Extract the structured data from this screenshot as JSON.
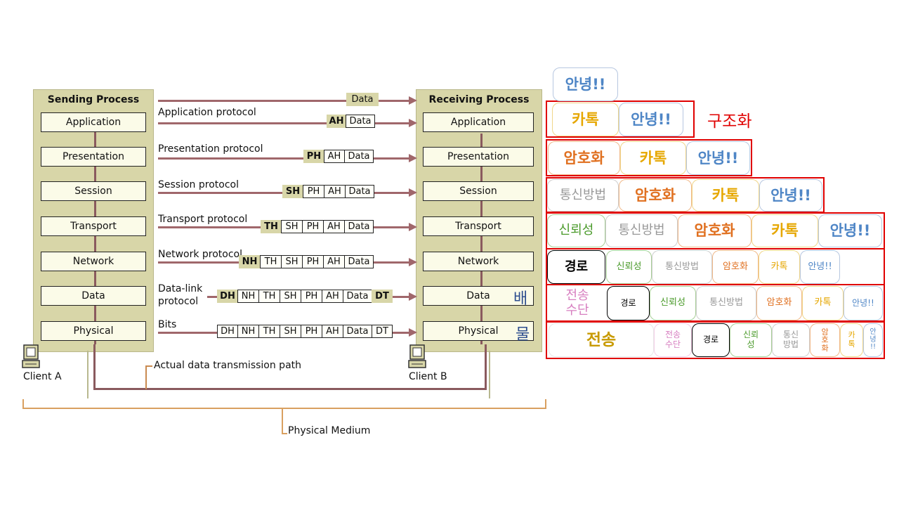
{
  "diagram": {
    "sending_title": "Sending Process",
    "receiving_title": "Receiving Process",
    "layers": [
      "Application",
      "Presentation",
      "Session",
      "Transport",
      "Network",
      "Data",
      "Physical"
    ],
    "top_data_label": "Data",
    "protocols": {
      "application": "Application protocol",
      "presentation": "Presentation protocol",
      "session": "Session protocol",
      "transport": "Transport protocol",
      "network": "Network protocol",
      "datalink_1": "Data-link",
      "datalink_2": "protocol",
      "bits": "Bits"
    },
    "headers": {
      "AH": "AH",
      "PH": "PH",
      "SH": "SH",
      "TH": "TH",
      "NH": "NH",
      "DH": "DH",
      "DT": "DT",
      "Data": "Data"
    },
    "client_a": "Client A",
    "client_b": "Client B",
    "path_label": "Actual data transmission path",
    "medium_label": "Physical Medium",
    "side_bae": "배",
    "side_mul": "물"
  },
  "stack": {
    "hello": "안녕!!",
    "katalk": "카톡",
    "encrypt": "암호화",
    "comm": "통신방법",
    "reliable": "신뢰성",
    "route": "경로",
    "media_1": "전송",
    "media_2": "수단",
    "transmit": "전송",
    "structuring": "구조화",
    "v_reliable_1": "신뢰",
    "v_reliable_2": "성",
    "v_comm_1": "통신",
    "v_comm_2": "방법",
    "v_encrypt_1": "암",
    "v_encrypt_2": "호",
    "v_encrypt_3": "화",
    "v_katalk_1": "카",
    "v_katalk_2": "톡",
    "v_hello_1": "안",
    "v_hello_2": "녕",
    "v_hello_3": "!!"
  },
  "colors": {
    "hello": "#4f86c6",
    "katalk": "#e6a700",
    "encrypt": "#e07020",
    "comm": "#999999",
    "reliable": "#4a9a2a",
    "route": "#000000",
    "media": "#d77fc0",
    "transmit": "#c89a00",
    "frame": "#e00000"
  }
}
